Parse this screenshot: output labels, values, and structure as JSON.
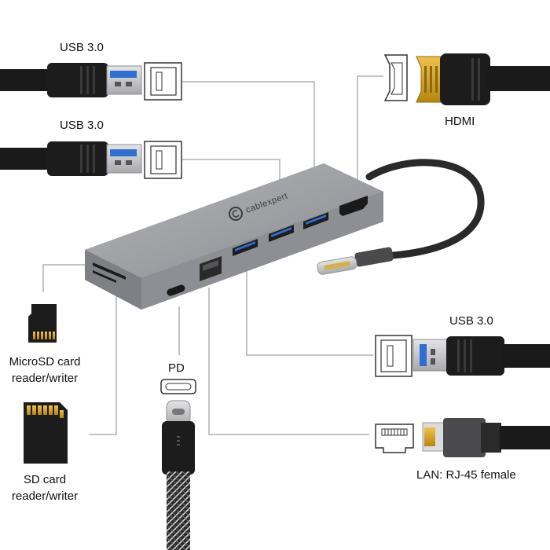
{
  "labels": {
    "usb_top_1": "USB 3.0",
    "usb_top_2": "USB 3.0",
    "hdmi": "HDMI",
    "usb_right": "USB 3.0",
    "microsd_line1": "MicroSD card",
    "microsd_line2": "reader/writer",
    "pd": "PD",
    "sd_line1": "SD card",
    "sd_line2": "reader/writer",
    "lan": "LAN: RJ-45 female"
  },
  "hub": {
    "brand": "cablexpert"
  },
  "colors": {
    "hub_body": "#8e8f94",
    "hub_top": "#a3a4a9",
    "usb_port_blue": "#2f6fd0",
    "cable_black": "#1a1a1a",
    "plug_metal": "#c9c9cc",
    "gold": "#d9a521",
    "leader_line": "#8a8a8a"
  },
  "icons": {
    "usb_a_port": "usb-a-port-icon",
    "hdmi_port": "hdmi-port-icon",
    "usb_c_port": "usb-c-port-icon",
    "rj45_port": "rj45-port-icon",
    "microsd_card": "microsd-card-icon",
    "sd_card": "sd-card-icon"
  }
}
